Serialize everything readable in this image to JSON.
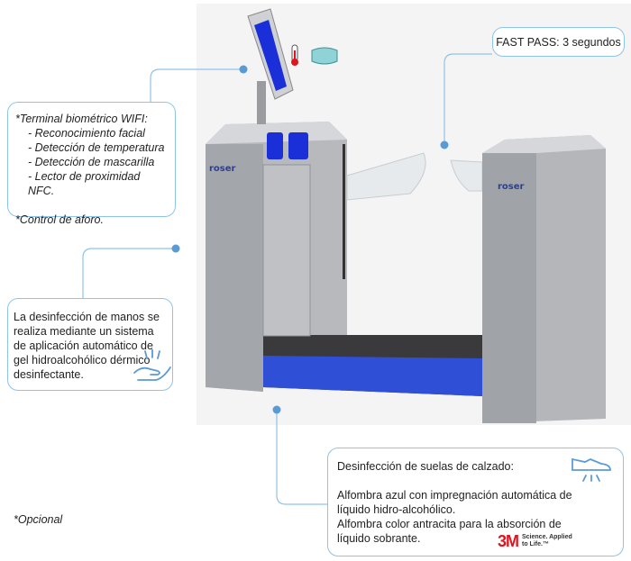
{
  "callouts": {
    "terminal": {
      "title": "*Terminal biométrico WIFI:",
      "items": [
        "- Reconocimiento facial",
        "- Detección de temperatura",
        "- Detección de mascarilla",
        "- Lector de proximidad NFC."
      ],
      "footer": "*Control de aforo."
    },
    "hands": {
      "text": "La desinfección de manos se realiza mediante un sistema de aplicación automático de gel hidroalcohólico dérmico desinfectante."
    },
    "fastpass": {
      "text": "FAST PASS: 3 segundos"
    },
    "soles": {
      "title": "Desinfección de suelas de calzado:",
      "line1": "Alfombra azul con impregnación automática de líquido hidro-alcohólico.",
      "line2": "Alfombra color antracita para la absorción de líquido sobrante.",
      "brand_logo": "3M",
      "brand_tagline": "Science. Applied to Life.™"
    }
  },
  "product": {
    "brand": "roser"
  },
  "footnote": "*Opcional",
  "colors": {
    "accent": "#5b9bd5",
    "mat_blue": "#2f4fd6",
    "screen_blue": "#1b2fd8",
    "logo_red": "#e0141e"
  }
}
